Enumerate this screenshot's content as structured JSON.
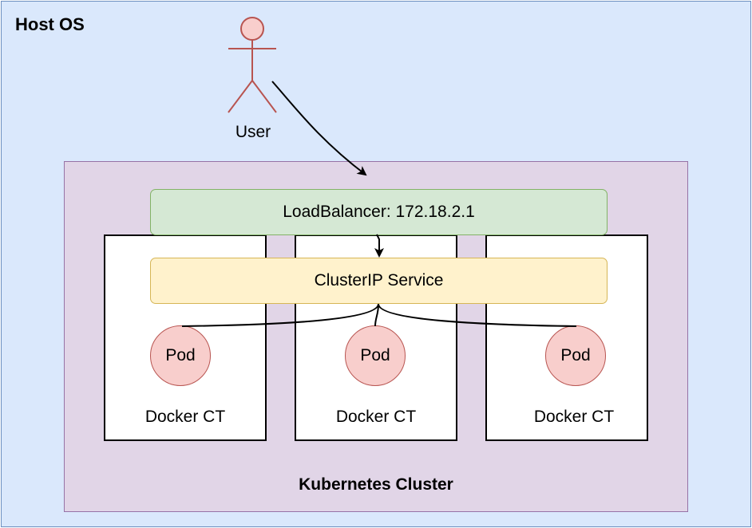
{
  "host": {
    "label": "Host OS"
  },
  "user": {
    "label": "User"
  },
  "cluster": {
    "label": "Kubernetes Cluster"
  },
  "load_balancer": {
    "label": "LoadBalancer: 172.18.2.1"
  },
  "cluster_ip_service": {
    "label": "ClusterIP Service"
  },
  "containers": [
    {
      "label": "Docker CT",
      "pod_label": "Pod"
    },
    {
      "label": "Docker CT",
      "pod_label": "Pod"
    },
    {
      "label": "Docker CT",
      "pod_label": "Pod"
    }
  ],
  "colors": {
    "host_fill": "#dae8fc",
    "host_stroke": "#6c8ebf",
    "cluster_fill": "#e1d5e7",
    "cluster_stroke": "#9673a6",
    "lb_fill": "#d5e8d4",
    "lb_stroke": "#82b366",
    "service_fill": "#fff2cc",
    "service_stroke": "#d6b656",
    "pod_fill": "#f8cecc",
    "pod_stroke": "#b85450"
  }
}
